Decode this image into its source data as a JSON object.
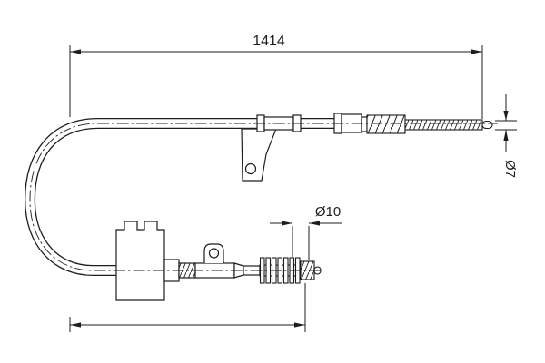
{
  "drawing": {
    "type": "technical-parts-diagram",
    "subject": "parking brake cable",
    "colors": {
      "background": "#ffffff",
      "line": "#1d1d1d"
    },
    "labels": {
      "total_length": "1414",
      "end_diameter": "Ø7",
      "boot_diameter": "Ø10"
    }
  }
}
